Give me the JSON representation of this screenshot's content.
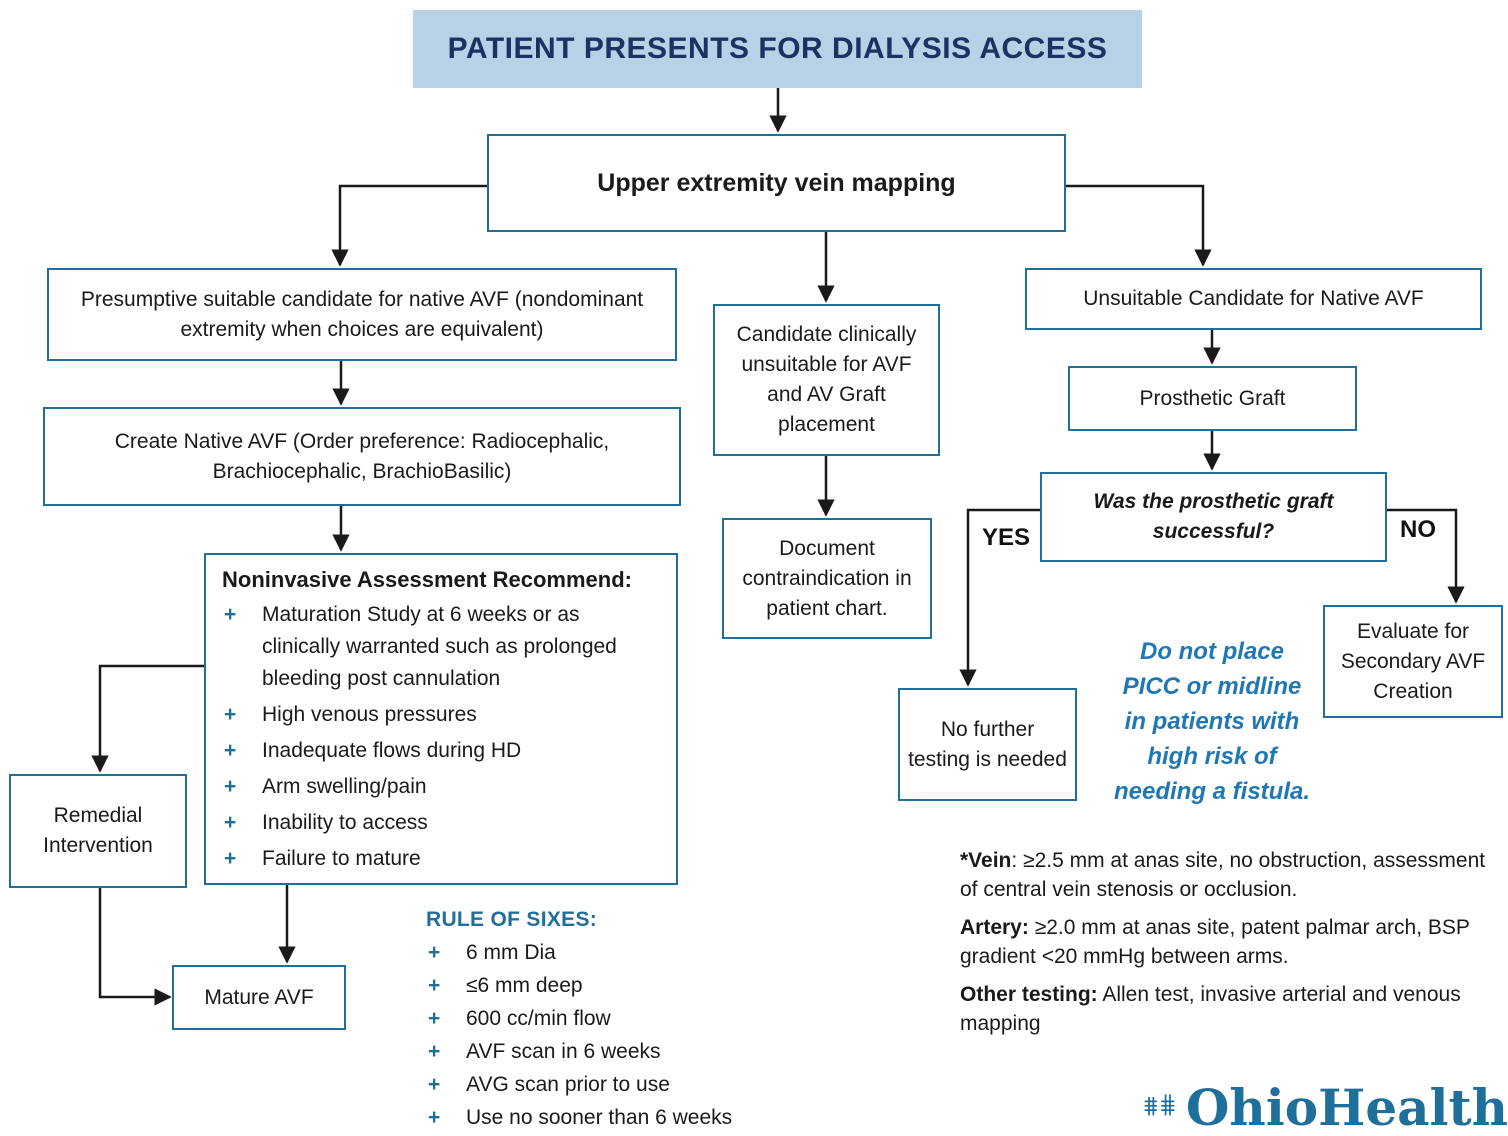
{
  "header": {
    "title": "PATIENT PRESENTS FOR DIALYSIS ACCESS"
  },
  "mapping": {
    "label": "Upper extremity vein mapping"
  },
  "suitable": {
    "line1": "Presumptive suitable candidate for native AVF",
    "line2": "(nondominant extremity when choices are equivalent)"
  },
  "create_avf": {
    "line1": "Create Native AVF (Order preference: Radiocephalic,",
    "line2": "Brachiocephalic, BrachioBasilic)"
  },
  "assessment": {
    "heading": "Noninvasive Assessment Recommend:",
    "bullet_mark": "+",
    "items": [
      "Maturation Study at 6 weeks or as clinically warranted such as prolonged bleeding post cannulation",
      "High venous pressures",
      "Inadequate flows during HD",
      "Arm swelling/pain",
      "Inability to access",
      "Failure to mature"
    ]
  },
  "remedial": {
    "line1": "Remedial",
    "line2": "Intervention"
  },
  "mature": {
    "label": "Mature AVF"
  },
  "rule_of_sixes": {
    "heading": "RULE OF SIXES:",
    "items": [
      "6 mm Dia",
      "≤6 mm deep",
      "600 cc/min flow",
      "AVF scan in 6 weeks",
      "AVG scan prior to use",
      "Use no sooner than 6 weeks"
    ]
  },
  "unsuitable_both": {
    "lines": [
      "Candidate clinically",
      "unsuitable for",
      "AVF and AV Graft",
      "placement"
    ]
  },
  "document": {
    "lines": [
      "Document",
      "contraindication",
      "in patient chart."
    ]
  },
  "unsuitable_native": {
    "label": "Unsuitable Candidate for Native AVF"
  },
  "graft": {
    "label": "Prosthetic Graft"
  },
  "question": {
    "line1": "Was the prosthetic",
    "line2": "graft successful?"
  },
  "branches": {
    "yes": "YES",
    "no": "NO"
  },
  "no_further": {
    "lines": [
      "No further",
      "testing is",
      "needed"
    ]
  },
  "secondary": {
    "lines": [
      "Evaluate for",
      "Secondary AVF",
      "Creation"
    ]
  },
  "warning": {
    "lines": [
      "Do not place",
      "PICC or midline",
      "in patients with",
      "high risk of",
      "needing a fistula."
    ]
  },
  "criteria": {
    "vein_label": "*Vein",
    "vein_text": ": ≥2.5 mm at anas site, no obstruction, assessment of central vein stenosis or occlusion.",
    "artery_label": "Artery:",
    "artery_text": " ≥2.0 mm at anas site, patent palmar arch, BSP gradient <20 mmHg between arms.",
    "other_label": "Other testing:",
    "other_text": " Allen test, invasive arterial and venous mapping"
  },
  "logo": {
    "name": "OhioHealth"
  },
  "colors": {
    "box_border": "#1f6f9b",
    "header_bg": "#b7d1e6",
    "header_text": "#1b3262",
    "accent_text": "#1f78b4"
  }
}
